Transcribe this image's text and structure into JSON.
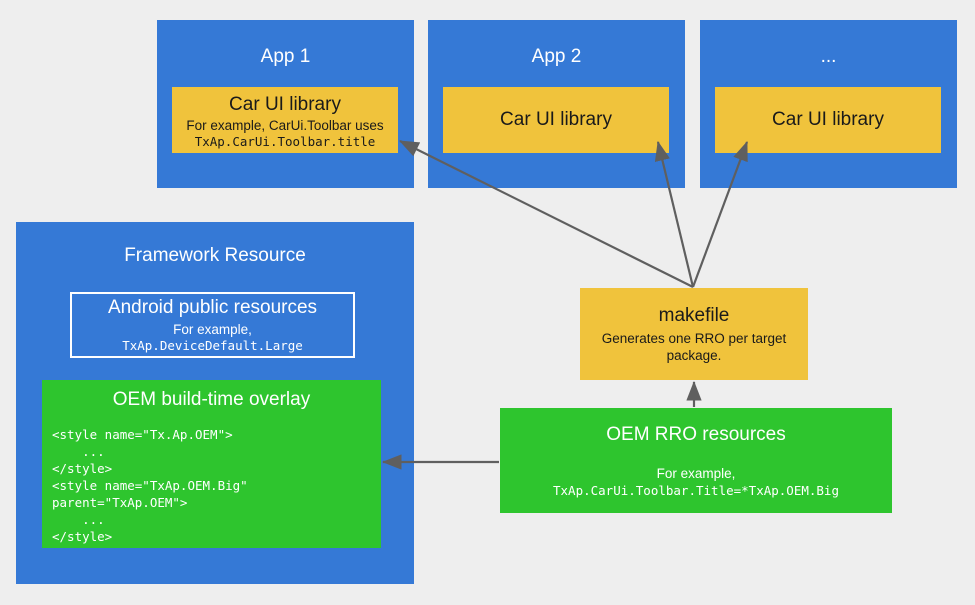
{
  "diagram": {
    "background_color": "#eeeeee",
    "colors": {
      "blue": "#3579d6",
      "yellow": "#f0c33c",
      "green": "#2ec52e",
      "arrow": "#5f5f5f",
      "white": "#ffffff",
      "text_dark": "#1a1a1a"
    }
  },
  "apps": [
    {
      "title": "App 1",
      "library": {
        "title": "Car UI library",
        "subtitle": "For example, CarUi.Toolbar uses",
        "code": "TxAp.CarUi.Toolbar.title"
      }
    },
    {
      "title": "App 2",
      "library": {
        "title": "Car UI library"
      }
    },
    {
      "title": "...",
      "library": {
        "title": "Car UI library"
      }
    }
  ],
  "framework": {
    "title": "Framework Resource",
    "android_public": {
      "title": "Android public resources",
      "subtitle": "For example,",
      "code": "TxAp.DeviceDefault.Large"
    },
    "oem_overlay": {
      "title": "OEM build-time overlay",
      "code": "<style name=\"Tx.Ap.OEM\">\n    ...\n</style>\n<style name=\"TxAp.OEM.Big\"\nparent=\"TxAp.OEM\">\n    ...\n</style>"
    }
  },
  "makefile": {
    "title": "makefile",
    "subtitle": "Generates one RRO per target package."
  },
  "oem_rro": {
    "title": "OEM RRO resources",
    "subtitle": "For example,",
    "code": "TxAp.CarUi.Toolbar.Title=*TxAp.OEM.Big"
  },
  "connections": [
    {
      "name": "makefile-to-app1-carui",
      "from": "makefile",
      "to": "app-1-car-ui-library"
    },
    {
      "name": "makefile-to-app2-carui",
      "from": "makefile",
      "to": "app-2-car-ui-library"
    },
    {
      "name": "makefile-to-app3-carui",
      "from": "makefile",
      "to": "app-3-car-ui-library"
    },
    {
      "name": "oem-rro-to-makefile",
      "from": "oem-rro-resources",
      "to": "makefile"
    },
    {
      "name": "oem-rro-to-oem-overlay",
      "from": "oem-rro-resources",
      "to": "oem-build-time-overlay"
    }
  ]
}
